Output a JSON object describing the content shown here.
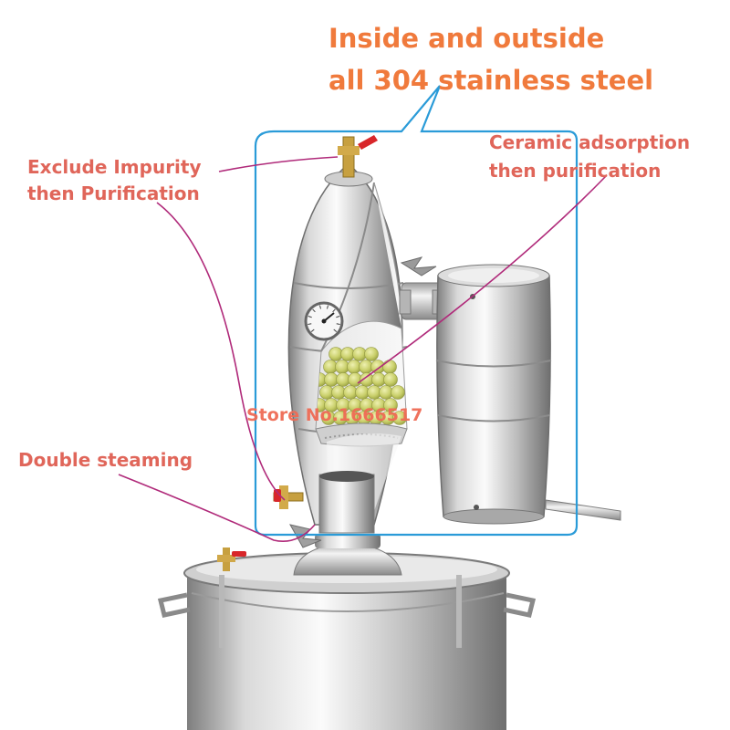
{
  "headline": {
    "line1": "Inside and outside",
    "line2": "all 304 stainless steel"
  },
  "callouts": {
    "left_top": {
      "line1": "Exclude Impurity",
      "line2": "then Purification"
    },
    "right_top": {
      "line1": "Ceramic adsorption",
      "line2": "then purification"
    },
    "left_bottom": "Double steaming"
  },
  "watermark": "Store No.1666517",
  "gauge": {
    "ticks": 10
  },
  "colors": {
    "headline": "#f07a3c",
    "annotation": "#e0665a",
    "leader_line": "#b02a7a",
    "callout_border": "#2a9bd8",
    "ceramic_balls": "#c9cf6a",
    "steel_light": "#f2f2f2",
    "steel_dark": "#8e8e8e",
    "valve_handle": "#d8262a",
    "brass": "#c7a040"
  }
}
